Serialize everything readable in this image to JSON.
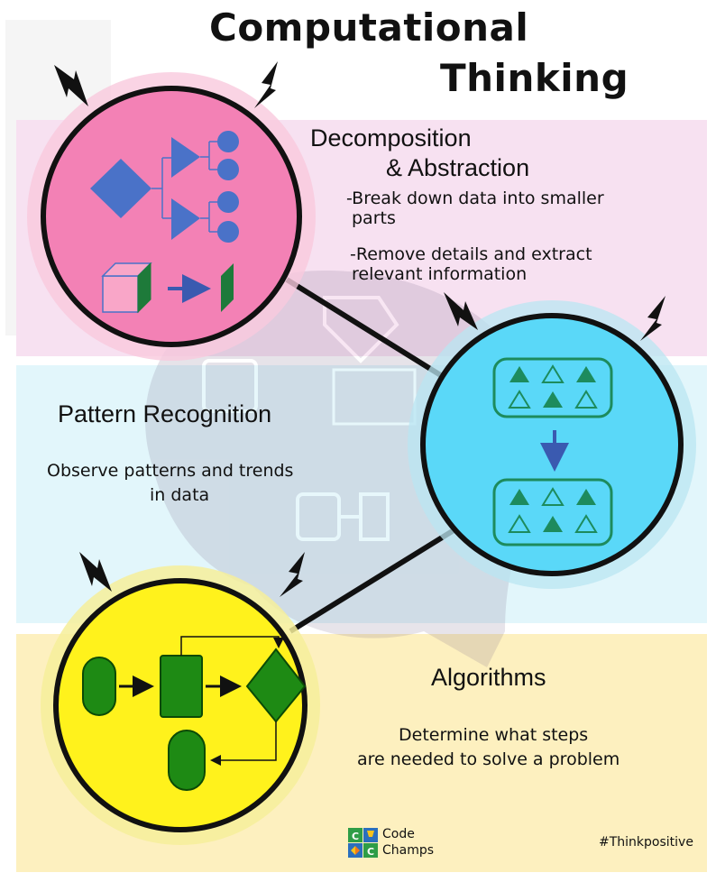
{
  "title": {
    "line1": "Computational",
    "line2": "Thinking"
  },
  "sections": {
    "decomposition": {
      "heading_line1": "Decomposition",
      "heading_line2": "& Abstraction",
      "point1_line1": "-Break down data into smaller",
      "point1_line2": "parts",
      "point2_line1": "-Remove details and extract",
      "point2_line2": "relevant information",
      "band_color": "#f7e1f1",
      "circle_color": "#f381b5",
      "icon_color": "#4a72c8"
    },
    "pattern": {
      "heading": "Pattern Recognition",
      "desc_line1": "Observe patterns and trends",
      "desc_line2": "in data",
      "band_color": "#e2f6fb",
      "circle_color": "#5ad8f8",
      "icon_color": "#1d8b5d"
    },
    "algorithms": {
      "heading": "Algorithms",
      "desc_line1": "Determine what steps",
      "desc_line2": "are needed to solve a problem",
      "band_color": "#fdf0bf",
      "circle_color": "#fff21c",
      "icon_color": "#1e8a14"
    }
  },
  "footer": {
    "logo_line1": "Code",
    "logo_line2": "Champs",
    "logo_letter": "C",
    "hashtag": "#Thinkpositive"
  }
}
